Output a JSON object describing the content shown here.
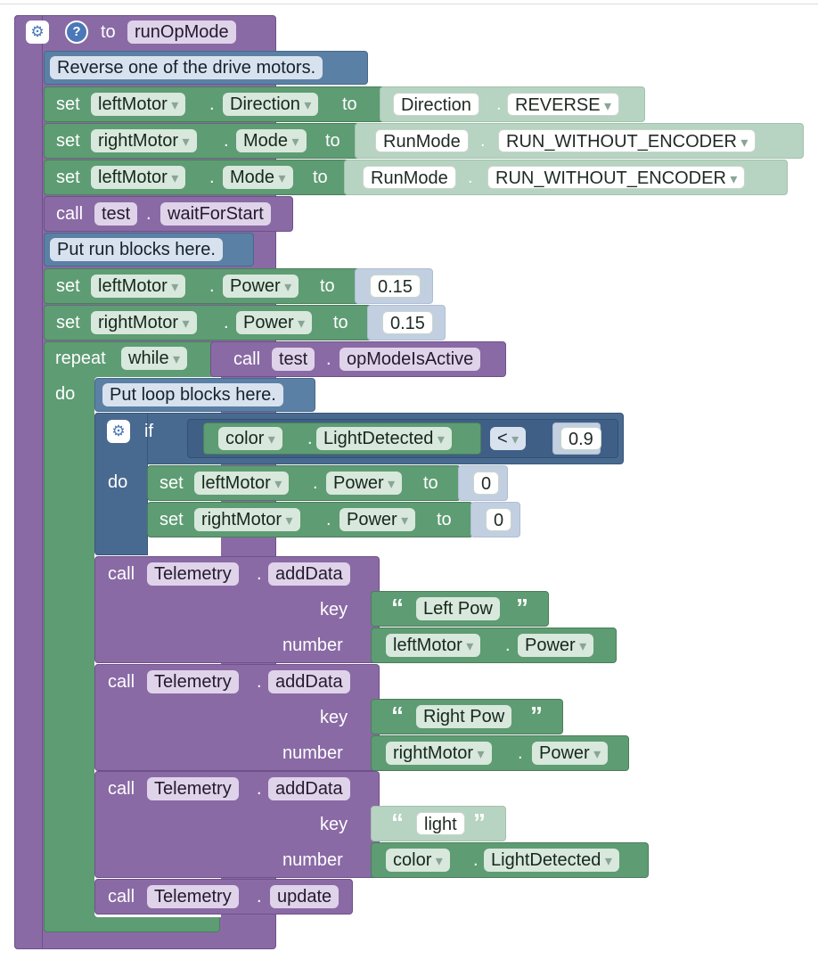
{
  "function": {
    "to": "to",
    "name": "runOpMode"
  },
  "comments": {
    "reverse": "Reverse one of the drive motors.",
    "run": "Put run blocks here.",
    "loop": "Put loop blocks here."
  },
  "kw": {
    "set": "set",
    "to": "to",
    "call": "call",
    "repeat": "repeat",
    "do": "do",
    "if": "if",
    "key": "key",
    "number": "number",
    "dot": "."
  },
  "s1": {
    "motor": "leftMotor",
    "prop": "Direction",
    "enum": "Direction",
    "value": "REVERSE"
  },
  "s2": {
    "motor": "rightMotor",
    "prop": "Mode",
    "enum": "RunMode",
    "value": "RUN_WITHOUT_ENCODER"
  },
  "s3": {
    "motor": "leftMotor",
    "prop": "Mode",
    "enum": "RunMode",
    "value": "RUN_WITHOUT_ENCODER"
  },
  "c1": {
    "obj": "test",
    "method": "waitForStart"
  },
  "p1": {
    "motor": "leftMotor",
    "prop": "Power",
    "value": "0.15"
  },
  "p2": {
    "motor": "rightMotor",
    "prop": "Power",
    "value": "0.15"
  },
  "loop": {
    "mode": "while",
    "obj": "test",
    "method": "opModeIsActive"
  },
  "cond": {
    "sensor": "color",
    "prop": "LightDetected",
    "op": "<",
    "value": "0.9"
  },
  "z1": {
    "motor": "leftMotor",
    "prop": "Power",
    "value": "0"
  },
  "z2": {
    "motor": "rightMotor",
    "prop": "Power",
    "value": "0"
  },
  "t1": {
    "obj": "Telemetry",
    "method": "addData",
    "key": "Left Pow",
    "src": "leftMotor",
    "prop": "Power"
  },
  "t2": {
    "obj": "Telemetry",
    "method": "addData",
    "key": "Right Pow",
    "src": "rightMotor",
    "prop": "Power"
  },
  "t3": {
    "obj": "Telemetry",
    "method": "addData",
    "key": "light",
    "src": "color",
    "prop": "LightDetected"
  },
  "t4": {
    "obj": "Telemetry",
    "method": "update"
  },
  "quote": {
    "open": "“",
    "close": "”"
  },
  "colors": {
    "purple": "#8a6aa5",
    "green": "#5e9c73",
    "blue": "#5b80a5",
    "slate": "#496a90"
  }
}
